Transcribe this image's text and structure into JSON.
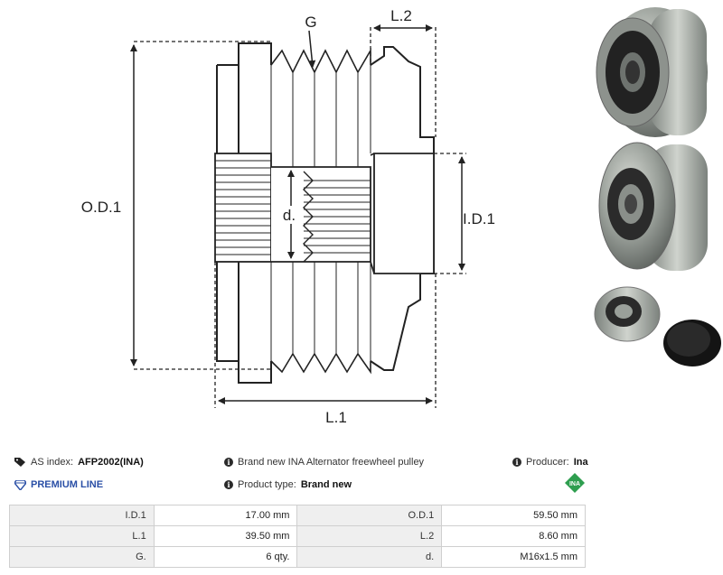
{
  "diagram": {
    "labels": {
      "od1": "O.D.1",
      "id1": "I.D.1",
      "l1": "L.1",
      "l2": "L.2",
      "g": "G",
      "d": "d."
    }
  },
  "product_info": {
    "as_index_label": "AS index:",
    "as_index_value": "AFP2002(INA)",
    "description": "Brand new INA Alternator freewheel pulley",
    "producer_label": "Producer:",
    "producer_value": "Ina",
    "premium_label": "PREMIUM LINE",
    "product_type_label": "Product type:",
    "product_type_value": "Brand new",
    "brand_logo_text": "INA"
  },
  "specs": [
    {
      "label": "I.D.1",
      "value": "17.00 mm",
      "label2": "O.D.1",
      "value2": "59.50 mm"
    },
    {
      "label": "L.1",
      "value": "39.50 mm",
      "label2": "L.2",
      "value2": "8.60 mm"
    },
    {
      "label": "G.",
      "value": "6 qty.",
      "label2": "d.",
      "value2": "M16x1.5 mm"
    }
  ],
  "colors": {
    "accent": "#2a4fa6",
    "brand_green": "#2e9e4f",
    "table_label_bg": "#efefef"
  }
}
